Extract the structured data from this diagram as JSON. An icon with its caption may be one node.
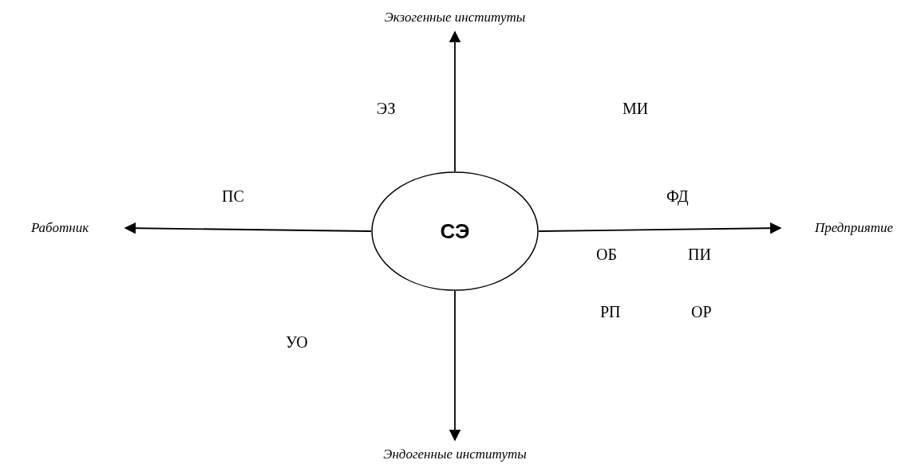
{
  "diagram": {
    "nodes": [
      {
        "text": [
          "СЭ"
        ]
      },
      {
        "text": [
          "Экзогенные институты"
        ]
      },
      {
        "text": [
          "Работник"
        ]
      },
      {
        "text": [
          "Предприятие"
        ]
      },
      {
        "text": [
          "Эндогенные институты"
        ]
      }
    ],
    "edges": [
      {
        "from": 0,
        "to": 1,
        "arrow": "to"
      },
      {
        "from": 0,
        "to": 2,
        "arrow": "to"
      },
      {
        "from": 0,
        "to": 3,
        "arrow": "to"
      },
      {
        "from": 0,
        "to": 4,
        "arrow": "to"
      }
    ],
    "labels": [
      "ЭЗ",
      "МИ",
      "ПС",
      "ФД",
      "ОБ",
      "ПИ",
      "РП",
      "ОР",
      "УО"
    ]
  }
}
